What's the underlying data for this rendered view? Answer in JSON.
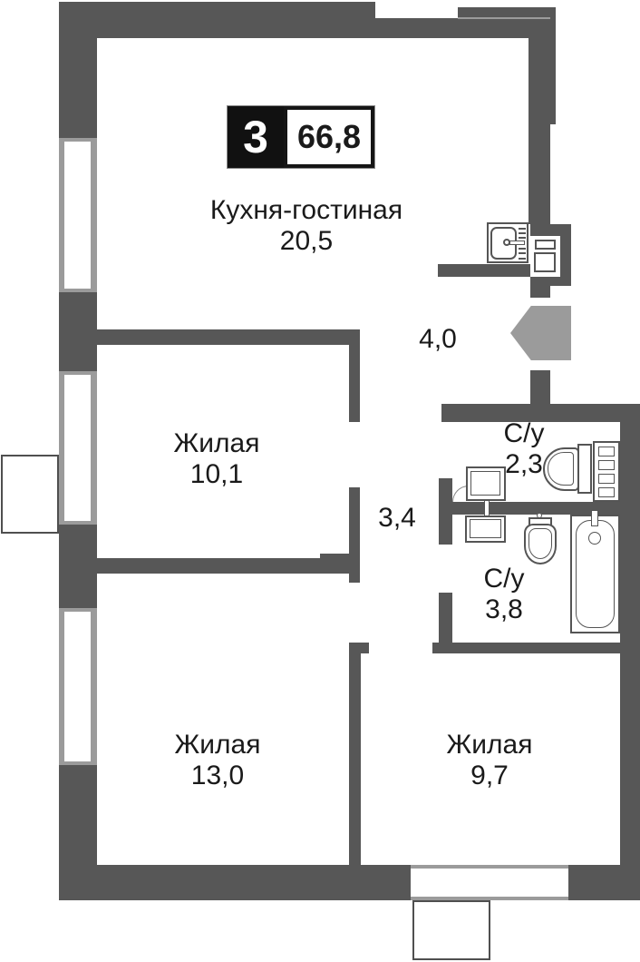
{
  "badge": {
    "rooms_count": "3",
    "total_area": "66,8"
  },
  "rooms": {
    "kitchen": {
      "label": "Кухня-гостиная",
      "area": "20,5"
    },
    "hall": {
      "area": "4,0"
    },
    "living1": {
      "label": "Жилая",
      "area": "10,1"
    },
    "corridor": {
      "area": "3,4"
    },
    "bath1": {
      "label": "С/у",
      "area": "2,3"
    },
    "bath2": {
      "label": "С/у",
      "area": "3,8"
    },
    "living2": {
      "label": "Жилая",
      "area": "13,0"
    },
    "living3": {
      "label": "Жилая",
      "area": "9,7"
    }
  },
  "fixtures": {
    "kitchen_sink": "kitchen-sink",
    "ventilation_shaft": "ventilation-shaft",
    "washing_machine_bath1": "washing-machine",
    "washing_machine_bath2": "washing-machine",
    "toilet_bath1": "toilet",
    "storage_cabinet_bath1": "storage-cabinet",
    "washbasin_bath2": "washbasin",
    "bathtub_bath2": "bathtub",
    "entrance_arrow": "entrance-arrow",
    "balconies": 2,
    "windows": 4
  },
  "colors": {
    "wall": "#575757",
    "wall_light": "#9b9b9b",
    "text": "#1a1a1a",
    "fixture_line": "#555555",
    "badge_bg": "#111111"
  }
}
